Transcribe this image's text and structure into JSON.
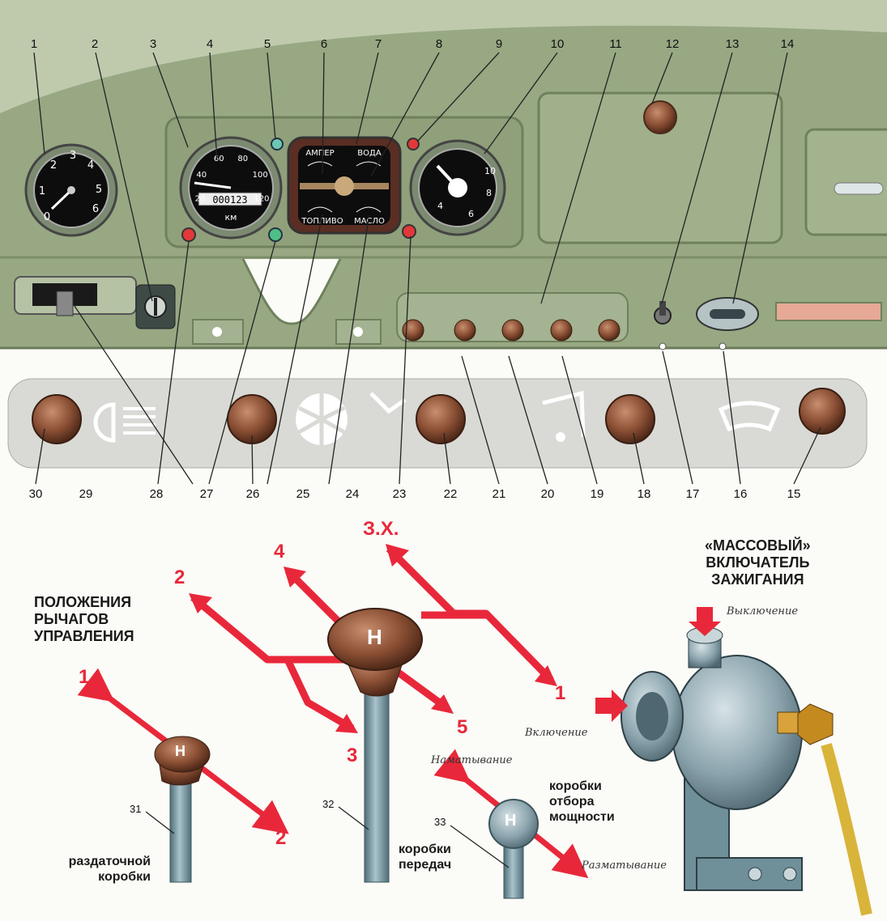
{
  "callouts": [
    "1",
    "2",
    "3",
    "4",
    "5",
    "6",
    "7",
    "8",
    "9",
    "10",
    "11",
    "12",
    "13",
    "14",
    "15",
    "16",
    "17",
    "18",
    "19",
    "20",
    "21",
    "22",
    "23",
    "24",
    "25",
    "26",
    "27",
    "28",
    "29",
    "30"
  ],
  "lever_numbers": {
    "n31": "31",
    "n32": "32",
    "n33": "33"
  },
  "gauges": {
    "ammeter": "АМПЕР",
    "water": "ВОДА",
    "fuel": "ТОПЛИВО",
    "oil": "МАСЛО",
    "odometer": "000123",
    "km": "км",
    "speed_ticks": [
      "20",
      "40",
      "60",
      "80",
      "100",
      "120"
    ]
  },
  "titles": {
    "positions": [
      "ПОЛОЖЕНИЯ",
      "РЫЧАГОВ",
      "УПРАВЛЕНИЯ"
    ],
    "switch": [
      "«МАССОВЫЙ»",
      "ВКЛЮЧАТЕЛЬ",
      "ЗАЖИГАНИЯ"
    ]
  },
  "labels": {
    "transfer_case": [
      "раздаточной",
      "коробки"
    ],
    "gearbox": [
      "коробки",
      "передач"
    ],
    "pto": [
      "коробки",
      "отбора",
      "мощности"
    ],
    "off": "Выключение",
    "on": "Включение",
    "wind": "Наматывание",
    "unwind": "Разматывание"
  },
  "positions": {
    "transfer": {
      "p1": "1",
      "p2": "2"
    },
    "gearbox": {
      "g1": "1",
      "g2": "2",
      "g3": "3",
      "g4": "4",
      "g5": "5",
      "rev": "З.Х."
    }
  },
  "knob_letter": "Н",
  "colors": {
    "panel": "#97a883",
    "accent": "#e8283a",
    "knob": "#7a4630",
    "lever": "#6f8f99"
  }
}
